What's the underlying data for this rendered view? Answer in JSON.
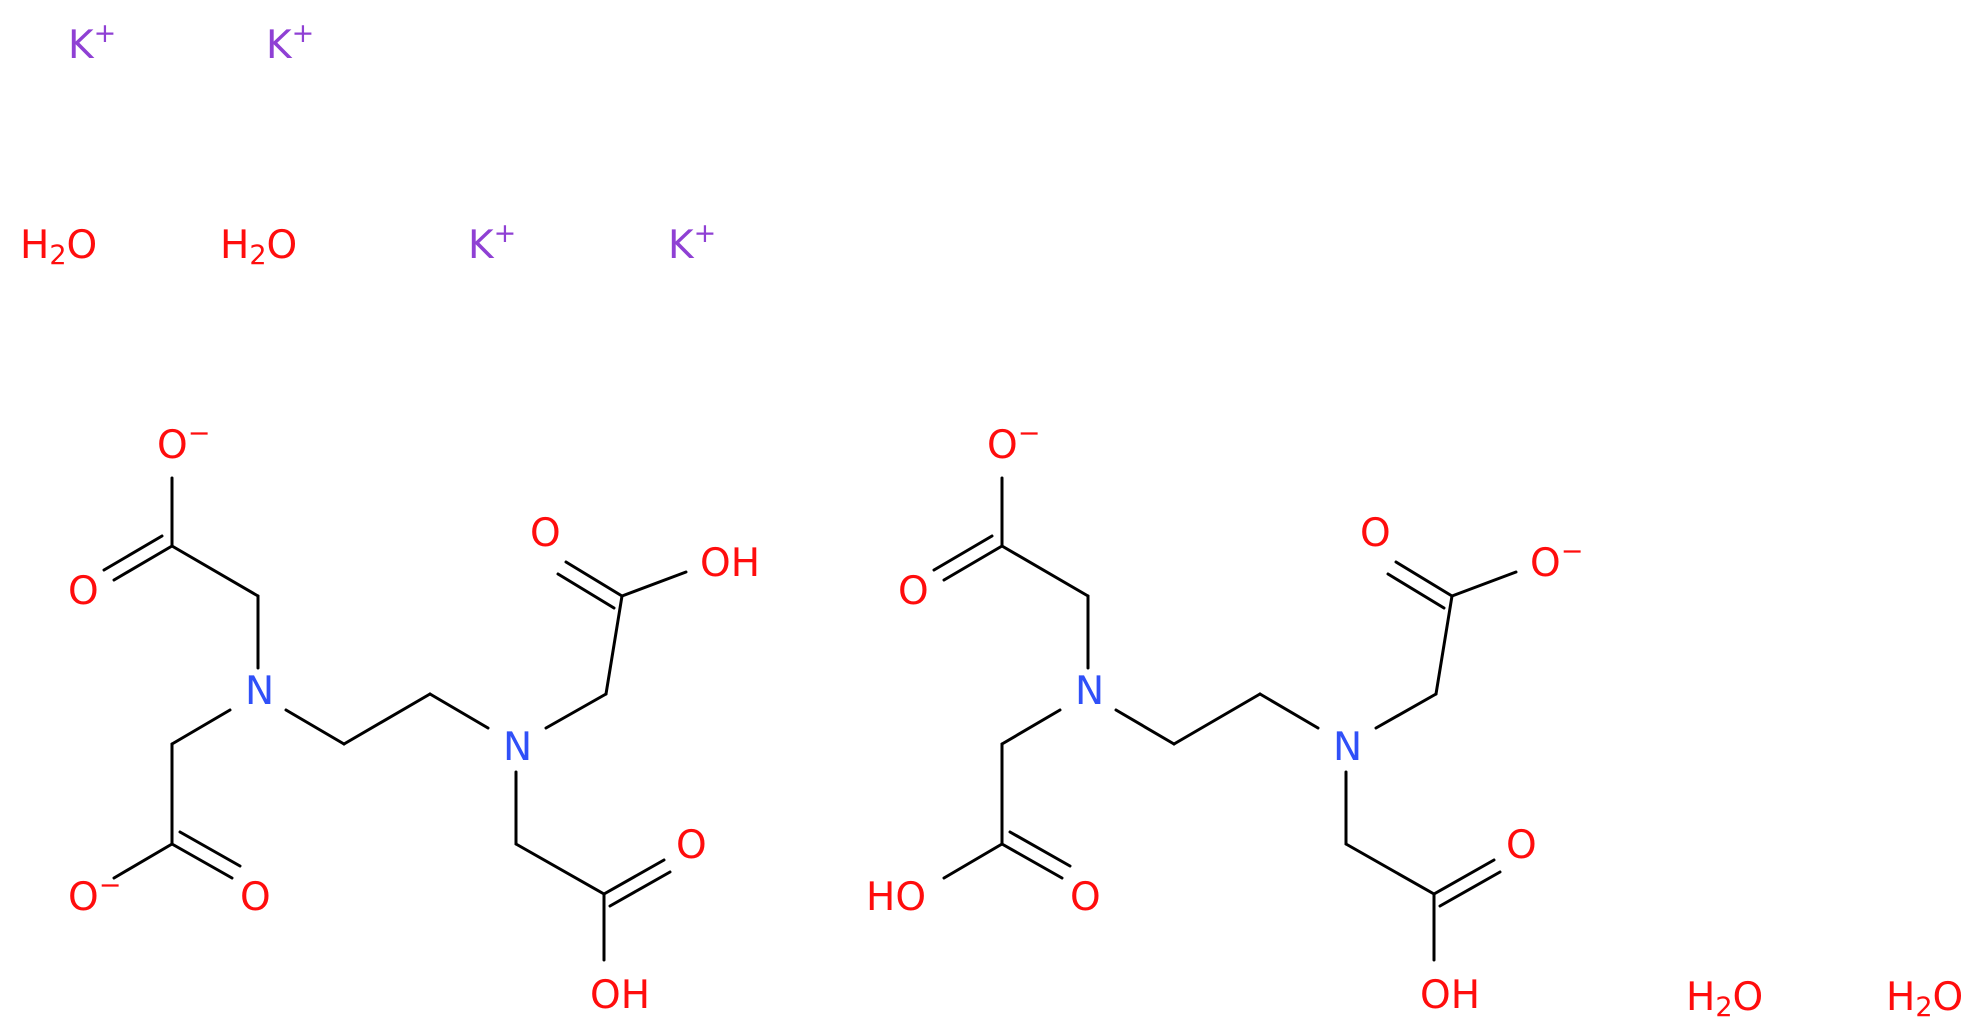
{
  "colors": {
    "bond": "#000000",
    "oxygen": "#ff0d0d",
    "nitrogen": "#3050f8",
    "potassium": "#8f40d4"
  },
  "ions": {
    "k1": {
      "symbol": "K",
      "charge": "+"
    },
    "k2": {
      "symbol": "K",
      "charge": "+"
    },
    "k3": {
      "symbol": "K",
      "charge": "+"
    },
    "k4": {
      "symbol": "K",
      "charge": "+"
    }
  },
  "waters": {
    "w1": {
      "h": "H",
      "sub": "2",
      "o": "O"
    },
    "w2": {
      "h": "H",
      "sub": "2",
      "o": "O"
    },
    "w3": {
      "h": "H",
      "sub": "2",
      "o": "O"
    },
    "w4": {
      "h": "H",
      "sub": "2",
      "o": "O"
    }
  },
  "left_molecule": {
    "n1": "N",
    "n2": "N",
    "o_top_minus": {
      "symbol": "O",
      "charge": "−"
    },
    "o_top_double": "O",
    "o_bottom_minus": {
      "symbol": "O",
      "charge": "−"
    },
    "o_bottom_double": "O",
    "o_right_top_double": "O",
    "oh_right_top": "OH",
    "o_right_bottom_double": "O",
    "oh_right_bottom": "OH"
  },
  "right_molecule": {
    "n1": "N",
    "n2": "N",
    "o_top_minus": {
      "symbol": "O",
      "charge": "−"
    },
    "o_top_double": "O",
    "o_right_minus": {
      "symbol": "O",
      "charge": "−"
    },
    "o_right_double": "O",
    "oh_left_bottom": "HO",
    "o_left_bottom_double": "O",
    "o_right_bottom_double": "O",
    "oh_right_bottom": "OH"
  }
}
